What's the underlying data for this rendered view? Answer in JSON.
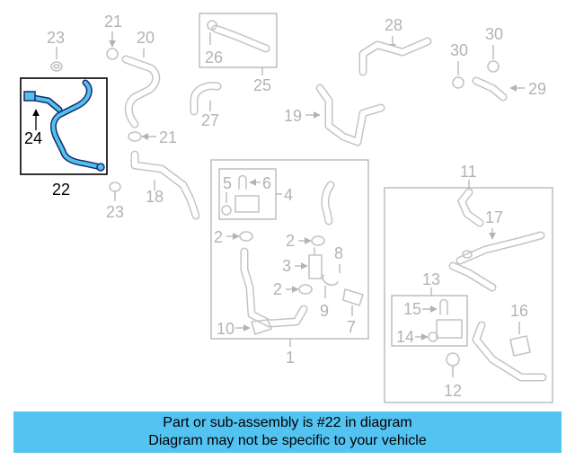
{
  "callouts": {
    "n1": "1",
    "n2a": "2",
    "n2b": "2",
    "n2c": "2",
    "n3": "3",
    "n4": "4",
    "n5": "5",
    "n6": "6",
    "n7": "7",
    "n8": "8",
    "n9": "9",
    "n10": "10",
    "n11": "11",
    "n12": "12",
    "n13": "13",
    "n14": "14",
    "n15": "15",
    "n16": "16",
    "n17": "17",
    "n18": "18",
    "n19": "19",
    "n20": "20",
    "n21a": "21",
    "n21b": "21",
    "n22": "22",
    "n23a": "23",
    "n23b": "23",
    "n24": "24",
    "n25": "25",
    "n26": "26",
    "n27": "27",
    "n28": "28",
    "n29": "29",
    "n30": "30"
  },
  "highlight": {
    "part_number": "22",
    "color": "#53c3f1"
  },
  "banner": {
    "line1": "Part or sub-assembly is #22 in diagram",
    "line2": "Diagram may not be specific to your vehicle"
  }
}
